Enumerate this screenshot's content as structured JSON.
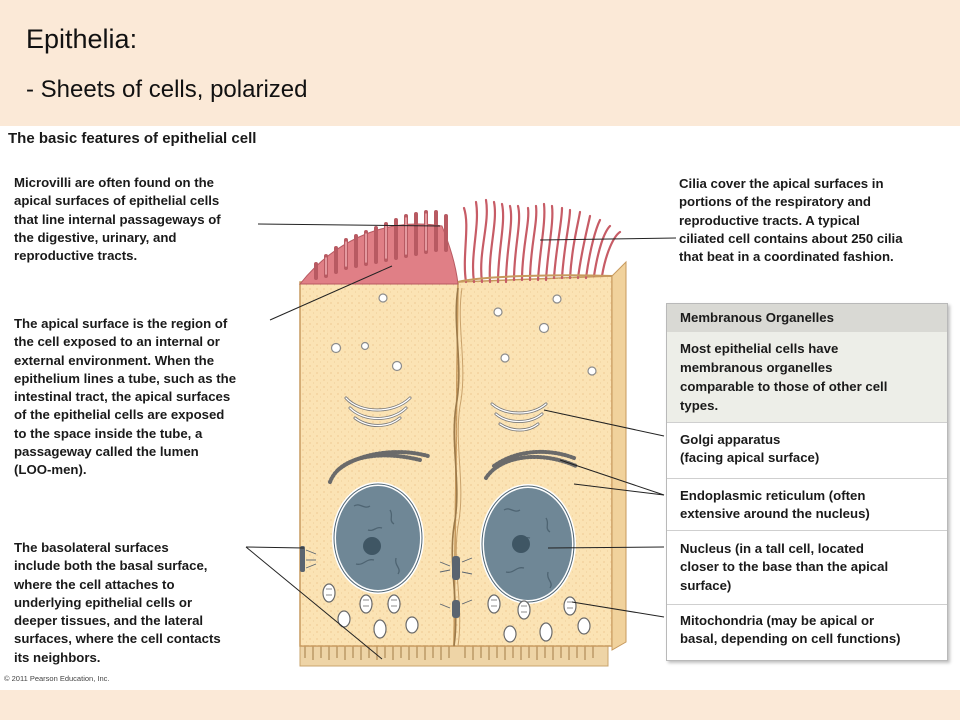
{
  "slide": {
    "title": "Epithelia:",
    "bullet": "- Sheets of cells, polarized"
  },
  "figure": {
    "title": "The basic features of epithelial cell",
    "left_notes": {
      "microvilli": [
        "Microvilli are often found on the",
        "apical surfaces of epithelial cells",
        "that line internal passageways of",
        "the digestive, urinary, and",
        "reproductive tracts."
      ],
      "apical": [
        "The apical surface is the region of",
        "the cell exposed to an internal or",
        "external environment. When the",
        "epithelium lines a tube, such as the",
        "intestinal tract, the apical surfaces",
        "of the epithelial cells are exposed",
        "to the space inside the tube, a",
        "passageway called the",
        "lumen",
        "(LOO-men)."
      ],
      "basolateral": [
        "The",
        "basolateral surfaces",
        "include both the basal surface,",
        "where the cell attaches to",
        "underlying epithelial cells or",
        "deeper tissues, and the lateral",
        "surfaces, where the cell contacts",
        "its neighbors."
      ]
    },
    "right_note": {
      "cilia": [
        "Cilia cover the apical surfaces in",
        "portions of the respiratory and",
        "reproductive tracts. A typical",
        "ciliated cell contains about 250 cilia",
        "that beat in a coordinated fashion."
      ]
    },
    "panel": {
      "header": "Membranous Organelles",
      "intro": [
        "Most epithelial cells have",
        "membranous organelles",
        "comparable to those of other cell",
        "types."
      ],
      "golgi": [
        "Golgi apparatus",
        "(facing apical surface)"
      ],
      "er": [
        "Endoplasmic reticulum (often",
        "extensive around the nucleus)"
      ],
      "nucleus": [
        "Nucleus (in a tall cell, located",
        "closer to the base than the apical",
        "surface)"
      ],
      "mito": [
        "Mitochondria (may be apical or",
        "basal, depending on cell functions)"
      ]
    },
    "copyright": "© 2011 Pearson Education, Inc."
  },
  "colors": {
    "slide_background": "#fbe9d7",
    "cell_body": "#fbe3b4",
    "microvilli": "#e07f86",
    "nucleus": "#6f8796"
  }
}
